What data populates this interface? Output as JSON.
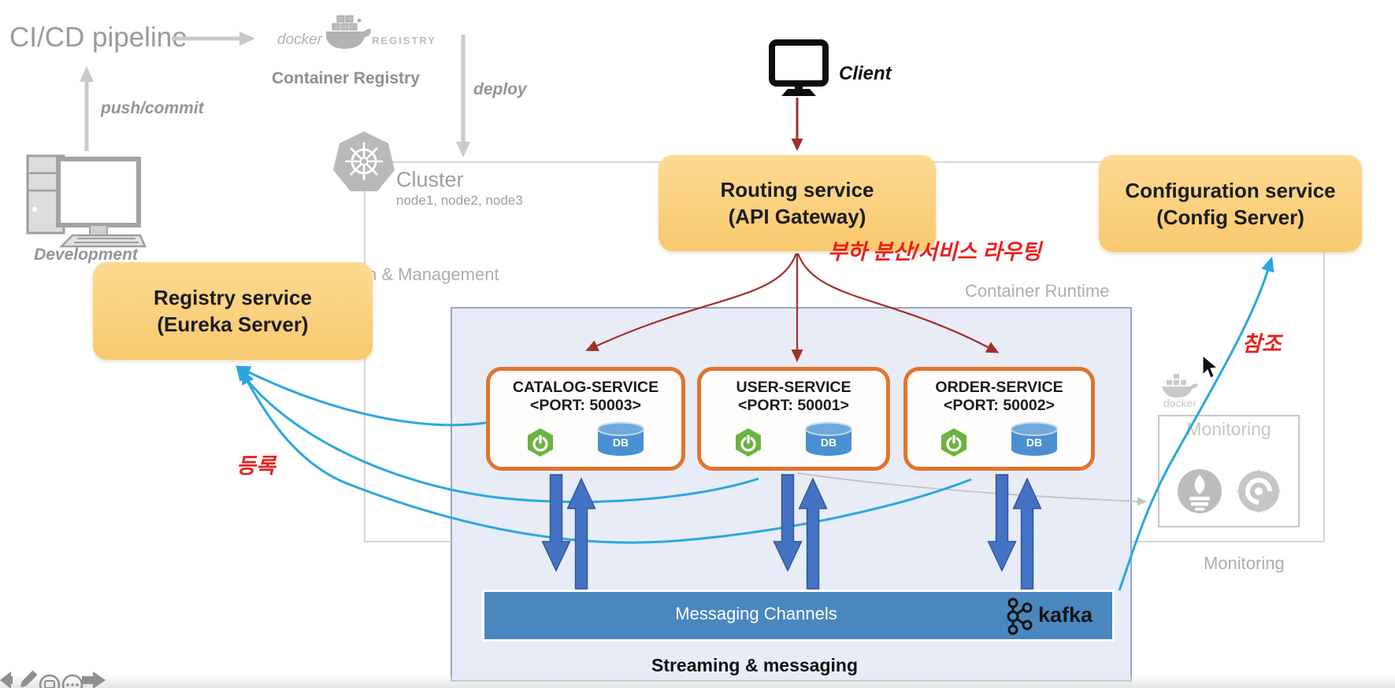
{
  "pipeline": {
    "title": "CI/CD pipeline",
    "push_label": "push/commit",
    "deploy_label": "deploy",
    "registry_brand": "docker",
    "registry_word": "REGISTRY",
    "registry_label": "Container Registry",
    "development_label": "Development"
  },
  "cluster": {
    "name": "Cluster",
    "nodes": "node1, node2, node3",
    "management_label": "n & Management",
    "container_runtime": "Container Runtime"
  },
  "client": {
    "label": "Client"
  },
  "boxes": {
    "routing": {
      "line1": "Routing service",
      "line2": "(API Gateway)"
    },
    "config": {
      "line1": "Configuration service",
      "line2": "(Config Server)"
    },
    "registry": {
      "line1": "Registry service",
      "line2": "(Eureka Server)"
    }
  },
  "services": [
    {
      "name": "CATALOG-SERVICE",
      "port": "<PORT: 50003>",
      "db": "DB"
    },
    {
      "name": "USER-SERVICE",
      "port": "<PORT: 50001>",
      "db": "DB"
    },
    {
      "name": "ORDER-SERVICE",
      "port": "<PORT: 50002>",
      "db": "DB"
    }
  ],
  "annotations": {
    "routing_note": "부하 분산/서비스 라우팅",
    "register": "등록",
    "reference": "참조"
  },
  "messaging": {
    "channel": "Messaging Channels",
    "broker": "kafka",
    "caption": "Streaming & messaging"
  },
  "monitoring": {
    "inner_label": "Monitoring",
    "outer_label": "Monitoring",
    "docker_label": "docker"
  },
  "colors": {
    "amber_box": "#fbd387",
    "service_border": "#e2742d",
    "cyan_arrow": "#2ba7df",
    "red_arrow": "#a2302a",
    "korean_red": "#e8211d",
    "bar_blue": "#4b87bf",
    "double_arrow_blue": "#4472c4",
    "lavender_panel": "#e8ecf7"
  }
}
